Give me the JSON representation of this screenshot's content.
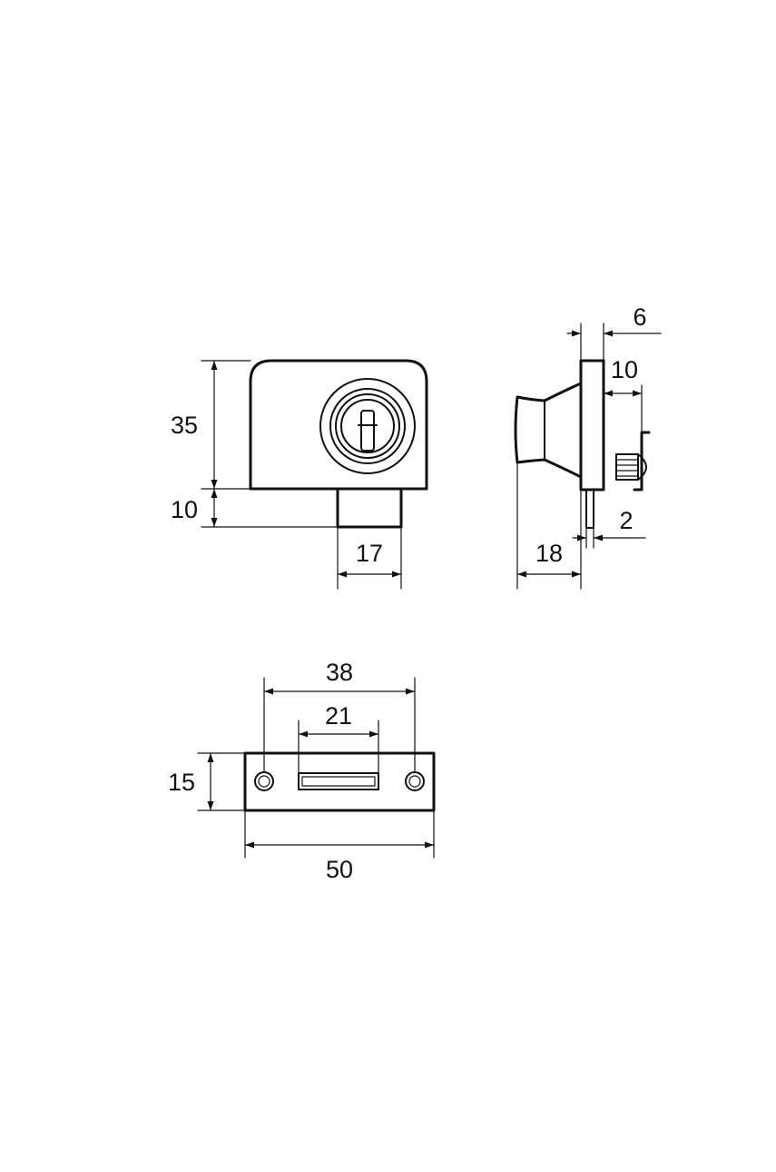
{
  "dimensions": {
    "front_height": "35",
    "front_stem_height": "10",
    "front_stem_width": "17",
    "side_plate_thickness": "6",
    "side_bolt_offset": "10",
    "side_pin_width": "2",
    "side_knob_depth": "18",
    "strike_hole_spacing": "38",
    "strike_slot_width": "21",
    "strike_height": "15",
    "strike_width": "50"
  },
  "colors": {
    "line": "#111111",
    "background": "#ffffff"
  }
}
